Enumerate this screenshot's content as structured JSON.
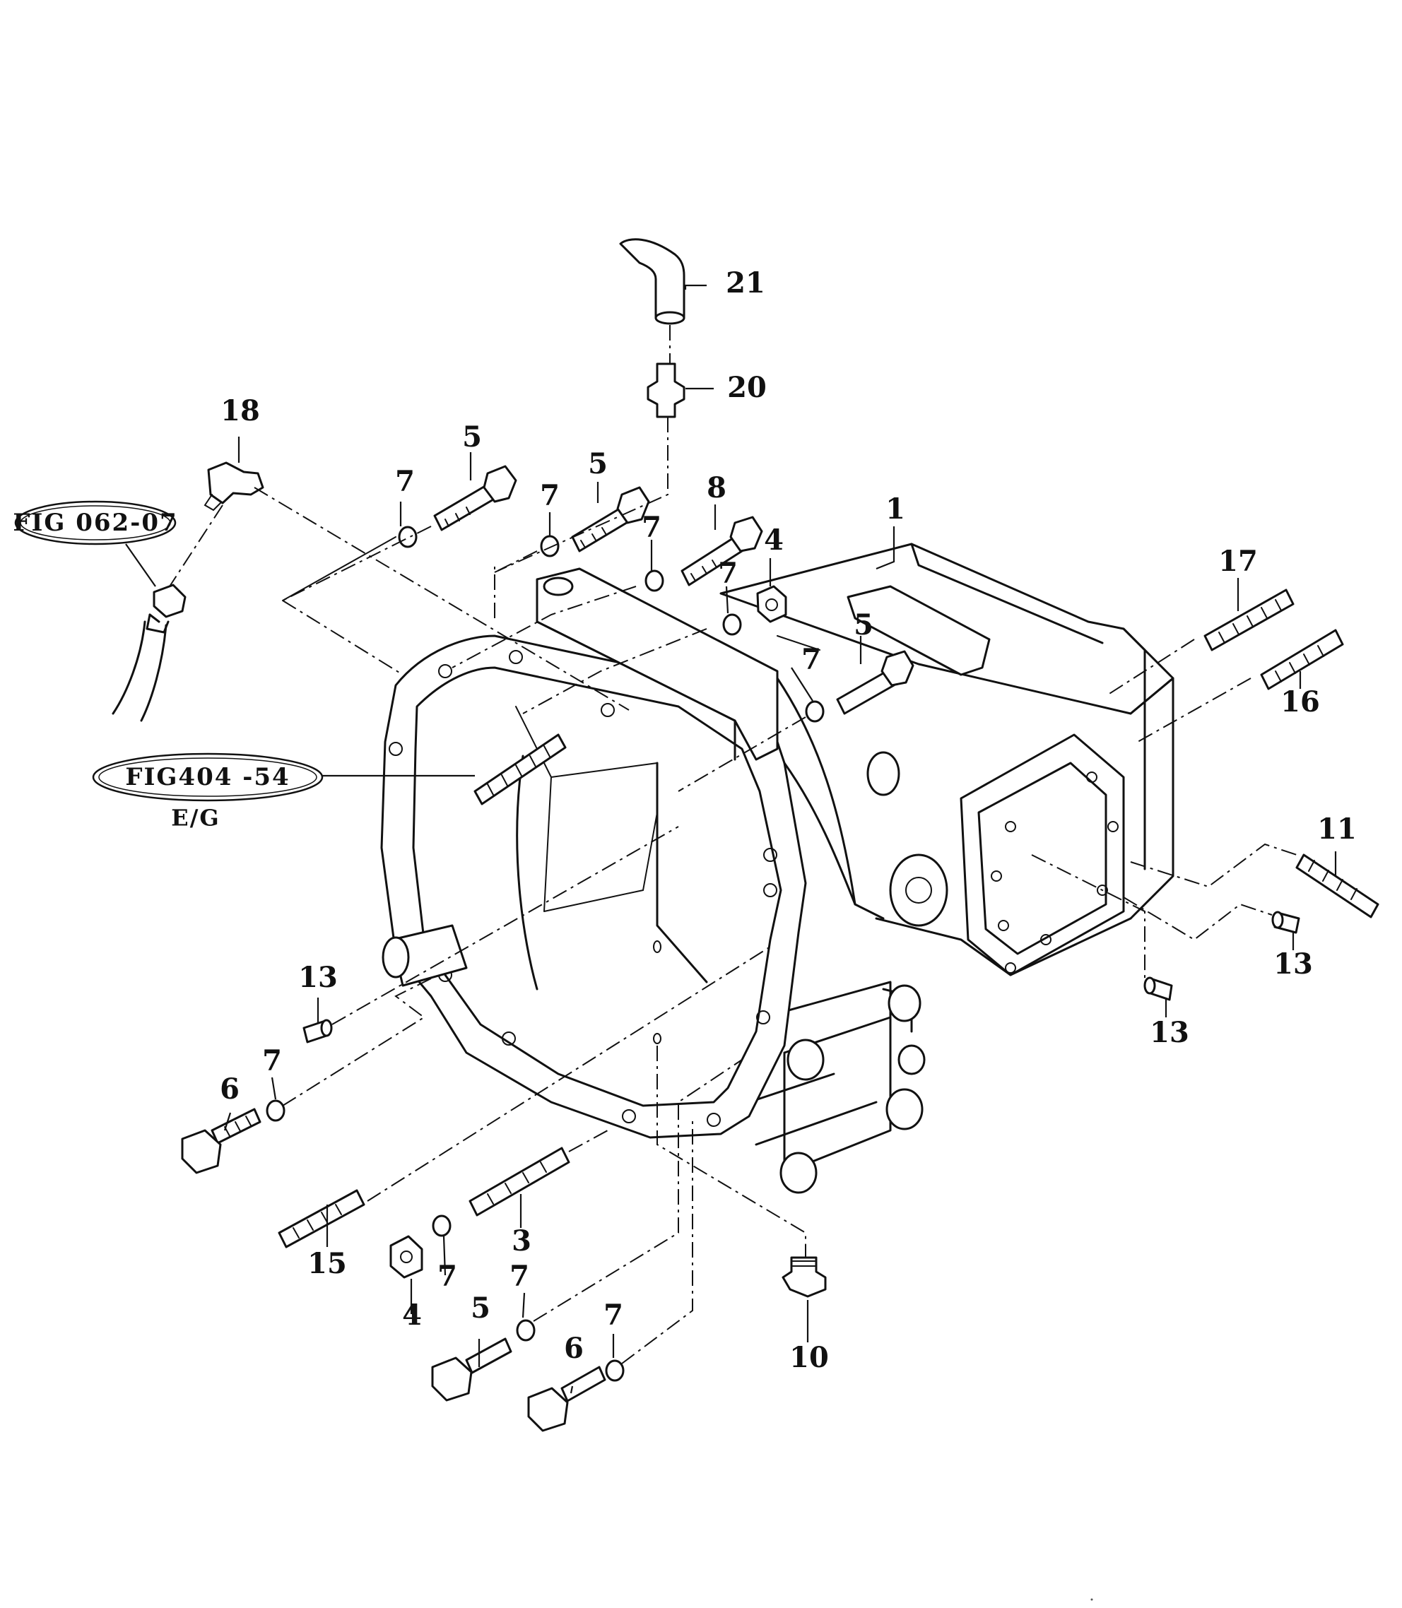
{
  "diagram": {
    "part_labels": {
      "p1": "1",
      "p3": "3",
      "p4a": "4",
      "p4b": "4",
      "p5a": "5",
      "p5b": "5",
      "p5c": "5",
      "p5d": "5",
      "p6a": "6",
      "p6b": "6",
      "p7a": "7",
      "p7b": "7",
      "p7c": "7",
      "p7d": "7",
      "p7e": "7",
      "p7f": "7",
      "p7g": "7",
      "p7h": "7",
      "p7i": "7",
      "p8": "8",
      "p10": "10",
      "p11": "11",
      "p13a": "13",
      "p13b": "13",
      "p13c": "13",
      "p15": "15",
      "p16": "16",
      "p17": "17",
      "p18": "18",
      "p20": "20",
      "p21": "21"
    },
    "references": {
      "fig_062": "FIG 062-07",
      "fig_404": "FIG404  -54",
      "eg": "E/G"
    }
  }
}
